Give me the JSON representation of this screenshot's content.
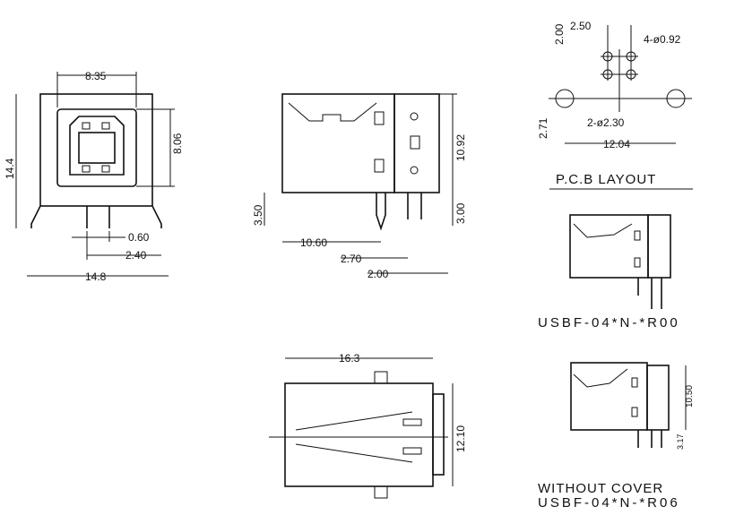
{
  "front_view": {
    "width_inner": "8.35",
    "height_inner": "8.06",
    "height_total": "14.4",
    "pin_gap": "0.60",
    "pin_pitch": "2.40",
    "width_total": "14.8"
  },
  "side_view": {
    "height": "10.92",
    "pin_offset": "3.50",
    "pin_length": "3.00",
    "body_length": "10.60",
    "pin_pos": "2.70",
    "pin_pitch": "2.00"
  },
  "bottom_view": {
    "length": "16.3",
    "width": "12.10"
  },
  "pcb_layout": {
    "pitch_x": "2.50",
    "pitch_y": "2.00",
    "small_holes": "4-ø0.92",
    "large_holes": "2-ø2.30",
    "offset_y": "2.71",
    "span": "12.04",
    "title": "P.C.B LAYOUT"
  },
  "variant_r00": {
    "part_number": "USBF-04*N-*R00"
  },
  "variant_r06": {
    "height": "10.50",
    "pin_length": "3.17",
    "note": "WITHOUT COVER",
    "part_number": "USBF-04*N-*R06"
  }
}
